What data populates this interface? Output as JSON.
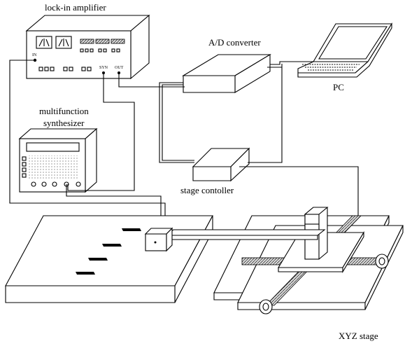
{
  "labels": {
    "lockin": "lock-in amplifier",
    "adc": "A/D converter",
    "pc": "PC",
    "synth_line1": "multifunction",
    "synth_line2": "synthesizer",
    "stage_ctrl": "stage contoller",
    "xyz": "XYZ stage"
  },
  "panel_labels": {
    "in": "IN",
    "syn": "SYN",
    "out": "OUT"
  }
}
